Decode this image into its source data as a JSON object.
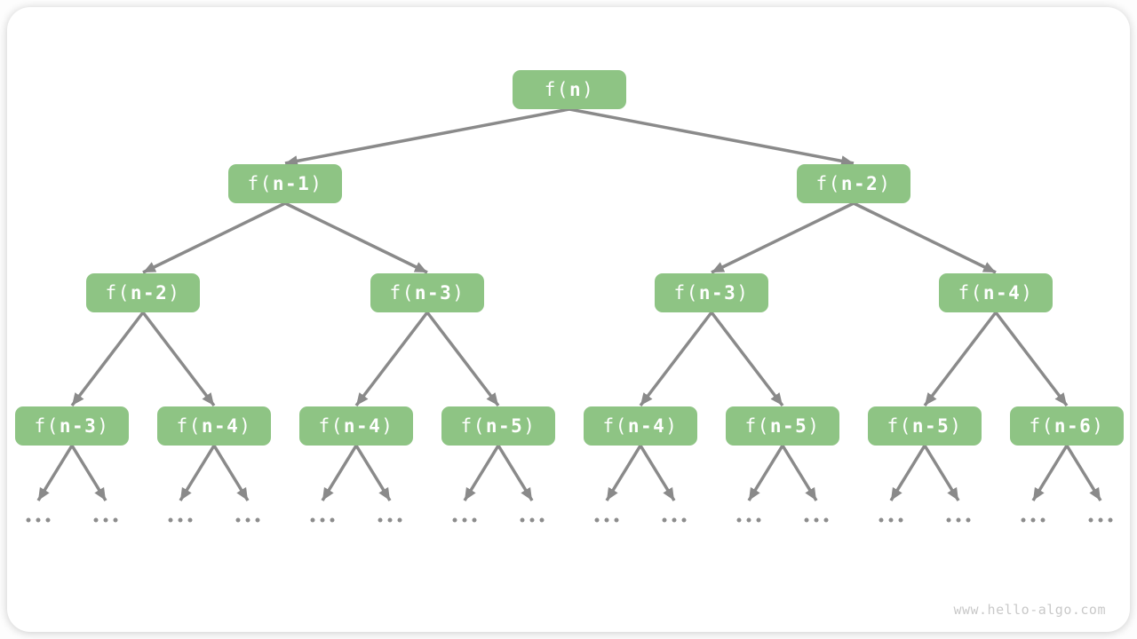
{
  "canvas": {
    "watermark": "www.hello-algo.com"
  },
  "colors": {
    "page_bg": "#FDFDFD",
    "card_bg": "#FFFFFF",
    "node_fill": "#8EC484",
    "node_text": "#FFFFFF",
    "arrow": "#8A8A8A",
    "ellipsis_dot": "#8C8C8C",
    "watermark_text": "#C9C9C9"
  },
  "tree": {
    "description": "recursion-tree",
    "func_prefix": "f(",
    "func_suffix": ")",
    "levels": [
      [
        {
          "arg": "n"
        }
      ],
      [
        {
          "arg": "n-1"
        },
        {
          "arg": "n-2"
        }
      ],
      [
        {
          "arg": "n-2"
        },
        {
          "arg": "n-3"
        },
        {
          "arg": "n-3"
        },
        {
          "arg": "n-4"
        }
      ],
      [
        {
          "arg": "n-3"
        },
        {
          "arg": "n-4"
        },
        {
          "arg": "n-4"
        },
        {
          "arg": "n-5"
        },
        {
          "arg": "n-4"
        },
        {
          "arg": "n-5"
        },
        {
          "arg": "n-5"
        },
        {
          "arg": "n-6"
        }
      ]
    ],
    "ellipsis": "..."
  }
}
